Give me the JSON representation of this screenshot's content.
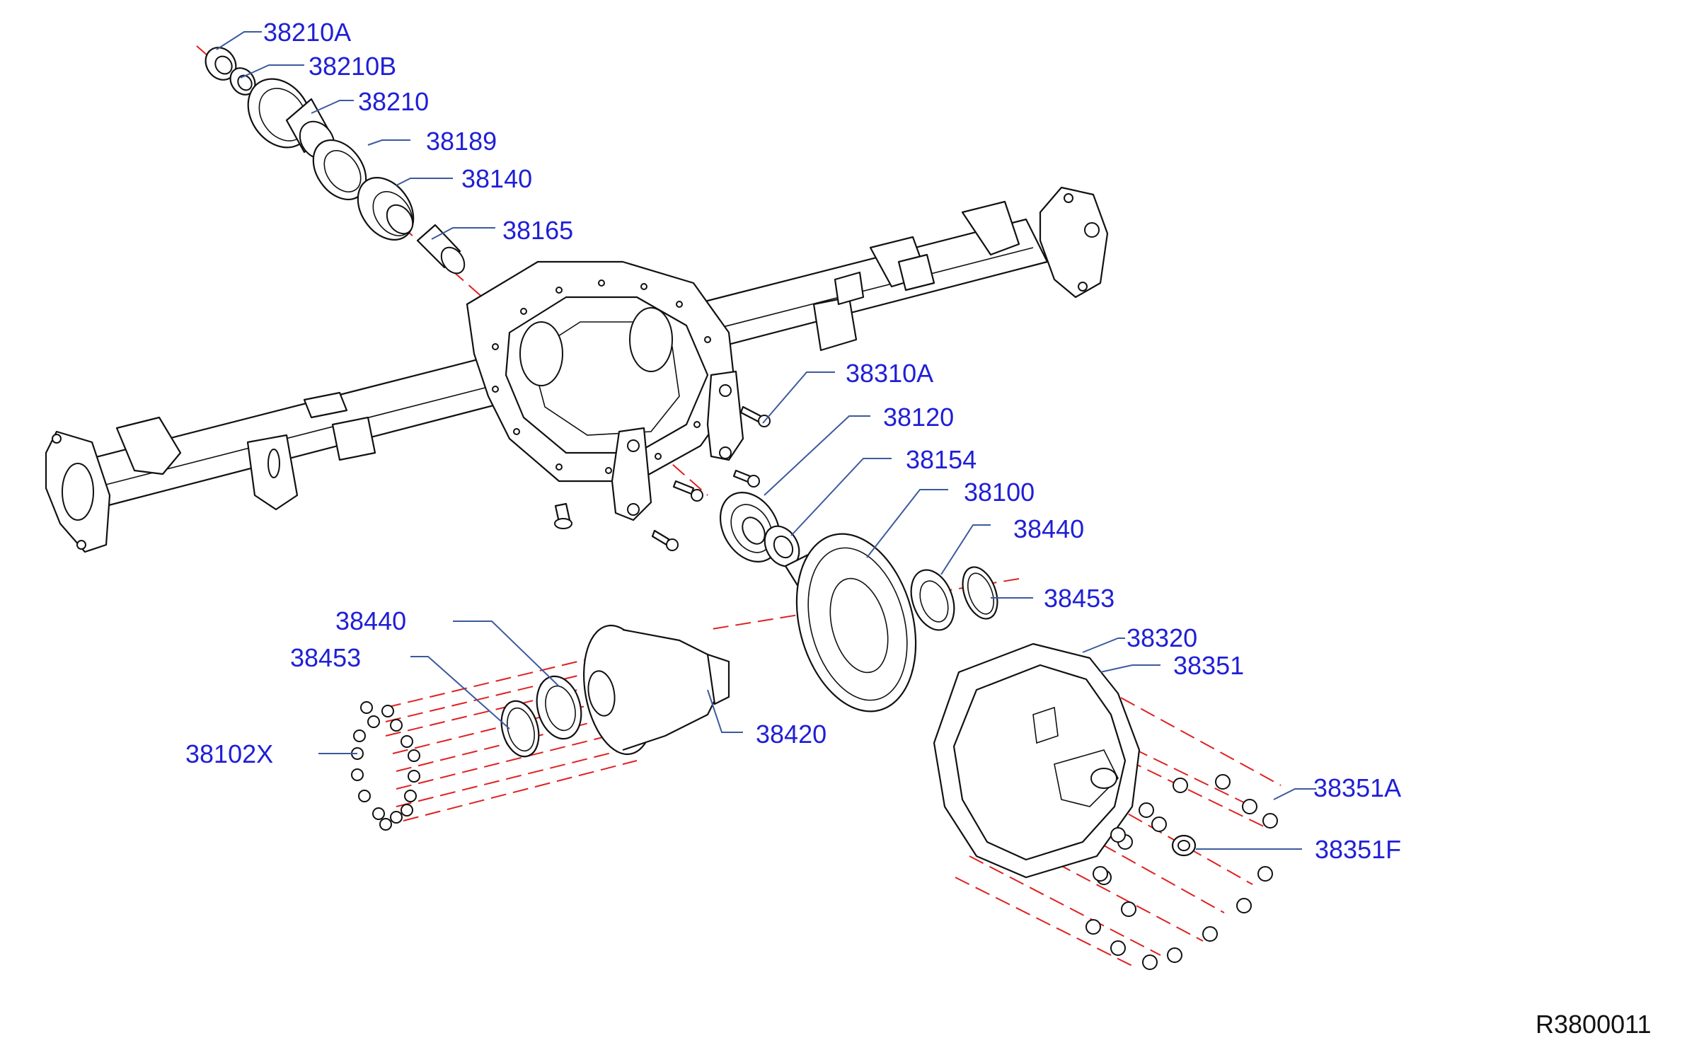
{
  "diagram": {
    "reference_code": "R3800011",
    "labels": {
      "p38210A": "38210A",
      "p38210B": "38210B",
      "p38210": "38210",
      "p38189": "38189",
      "p38140": "38140",
      "p38165": "38165",
      "p38310A": "38310A",
      "p38120": "38120",
      "p38154": "38154",
      "p38100": "38100",
      "p38440_right": "38440",
      "p38453_right": "38453",
      "p38440_left": "38440",
      "p38453_left": "38453",
      "p38102X": "38102X",
      "p38420": "38420",
      "p38320": "38320",
      "p38351": "38351",
      "p38351A": "38351A",
      "p38351F": "38351F"
    }
  },
  "colors": {
    "label": "#1f1fd6",
    "leader": "#3c5a9c",
    "centerline": "#e02020",
    "ink": "#111111"
  }
}
